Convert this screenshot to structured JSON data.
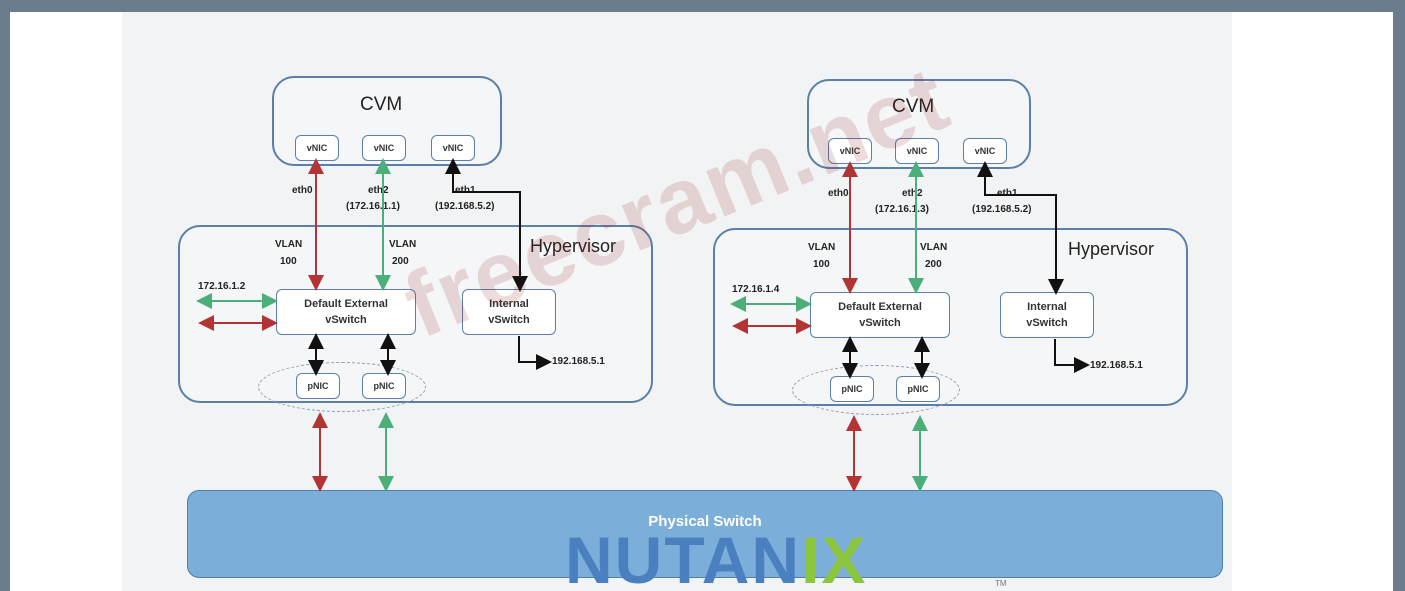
{
  "colors": {
    "red_link": "#b33434",
    "green_link": "#4caf7a",
    "black_link": "#111111",
    "box_border": "#5a7fa8",
    "switch_fill": "#7baed8"
  },
  "watermark": "freecram.net",
  "switch_label": "Physical Switch",
  "logo": {
    "main": "NUTAN",
    "x": "IX",
    "tm": "TM"
  },
  "left": {
    "cvm_title": "CVM",
    "nics": [
      "vNIC",
      "vNIC",
      "vNIC"
    ],
    "eth0": "eth0",
    "eth2": "eth2",
    "eth2_ip": "(172.16.1.1)",
    "eth1": "eth1",
    "eth1_ip": "(192.168.5.2)",
    "hypervisor": "Hypervisor",
    "vlan_a": "VLAN",
    "vlan_a_num": "100",
    "vlan_b": "VLAN",
    "vlan_b_num": "200",
    "ext_ip": "172.16.1.2",
    "ext_switch_1": "Default External",
    "ext_switch_2": "vSwitch",
    "int_switch_1": "Internal",
    "int_switch_2": "vSwitch",
    "int_ip": "192.168.5.1",
    "pnics": [
      "pNIC",
      "pNIC"
    ]
  },
  "right": {
    "cvm_title": "CVM",
    "nics": [
      "vNIC",
      "vNIC",
      "vNIC"
    ],
    "eth0": "eth0",
    "eth2": "eth2",
    "eth2_ip": "(172.16.1.3)",
    "eth1": "eth1",
    "eth1_ip": "(192.168.5.2)",
    "hypervisor": "Hypervisor",
    "vlan_a": "VLAN",
    "vlan_a_num": "100",
    "vlan_b": "VLAN",
    "vlan_b_num": "200",
    "ext_ip": "172.16.1.4",
    "ext_switch_1": "Default External",
    "ext_switch_2": "vSwitch",
    "int_switch_1": "Internal",
    "int_switch_2": "vSwitch",
    "int_ip": "192.168.5.1",
    "pnics": [
      "pNIC",
      "pNIC"
    ]
  }
}
